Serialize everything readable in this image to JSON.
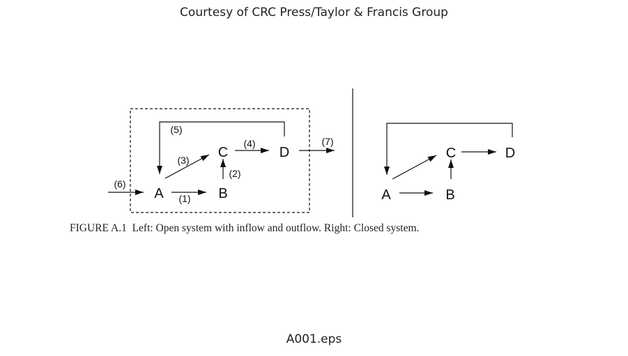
{
  "header": {
    "courtesy": "Courtesy of CRC Press/Taylor & Francis Group"
  },
  "footer": {
    "filename": "A001.eps"
  },
  "caption": "FIGURE A.1  Left: Open system with inflow and outflow. Right: Closed system.",
  "left_diagram": {
    "nodes": {
      "A": "A",
      "B": "B",
      "C": "C",
      "D": "D"
    },
    "edges": {
      "e1": "(1)",
      "e2": "(2)",
      "e3": "(3)",
      "e4": "(4)",
      "e5": "(5)",
      "e6": "(6)",
      "e7": "(7)"
    }
  },
  "right_diagram": {
    "nodes": {
      "A": "A",
      "B": "B",
      "C": "C",
      "D": "D"
    }
  }
}
